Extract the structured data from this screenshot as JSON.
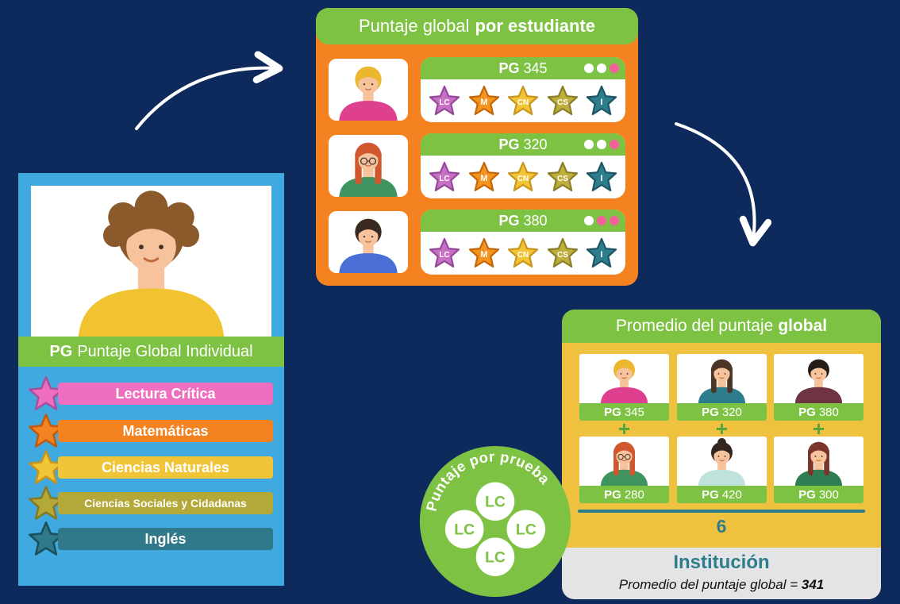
{
  "left_card": {
    "title_bold": "PG",
    "title_rest": "Puntaje Global Individual",
    "subjects": [
      {
        "label": "Lectura Crítica",
        "color": "#ee6fc0",
        "stroke": "#a8509c"
      },
      {
        "label": "Matemáticas",
        "color": "#f58220",
        "stroke": "#c05a10"
      },
      {
        "label": "Ciencias Naturales",
        "color": "#f2c437",
        "stroke": "#c8951c"
      },
      {
        "label": "Ciencias Sociales y Cidadanas",
        "color": "#b3a838",
        "stroke": "#837a22"
      },
      {
        "label": "Inglés",
        "color": "#30798a",
        "stroke": "#1c4f5c"
      }
    ]
  },
  "students_card": {
    "title_normal": "Puntaje global",
    "title_bold": "por estudiante",
    "pg_label": "PG",
    "star_labels": [
      {
        "label": "LC",
        "color": "#c96fc3",
        "stroke": "#93479b"
      },
      {
        "label": "M",
        "color": "#f5941d",
        "stroke": "#c4650d"
      },
      {
        "label": "CN",
        "color": "#f2c237",
        "stroke": "#c8951c"
      },
      {
        "label": "CS",
        "color": "#beae3c",
        "stroke": "#8a7d26"
      },
      {
        "label": "I",
        "color": "#2e7d8c",
        "stroke": "#1c5562"
      }
    ],
    "students": [
      {
        "pg": "345",
        "dots": [
          "#ffffff",
          "#ffffff",
          "#f0609b"
        ]
      },
      {
        "pg": "320",
        "dots": [
          "#ffffff",
          "#ffffff",
          "#f0609b"
        ]
      },
      {
        "pg": "380",
        "dots": [
          "#ffffff",
          "#f0609b",
          "#f0609b"
        ]
      }
    ]
  },
  "average_card": {
    "title_normal": "Promedio del puntaje",
    "title_bold": "global",
    "pg_label": "PG",
    "scores": [
      "345",
      "320",
      "380",
      "280",
      "420",
      "300"
    ],
    "plus_sign": "+",
    "divisor": "6",
    "institution_label": "Institución",
    "result_text": "Promedio del puntaje global = ",
    "result_value": "341"
  },
  "badge": {
    "curved_text": "Puntaje por prueba",
    "circle_labels": [
      "LC",
      "LC",
      "LC",
      "LC"
    ]
  },
  "colors": {
    "background": "#0e2a5c",
    "green": "#7dc242",
    "orange": "#f58220",
    "yellow": "#eec23f",
    "blue": "#3fa9e0",
    "teal": "#2e7d8c",
    "pink_dot": "#f0609b",
    "footer_gray": "#e4e4e6"
  }
}
